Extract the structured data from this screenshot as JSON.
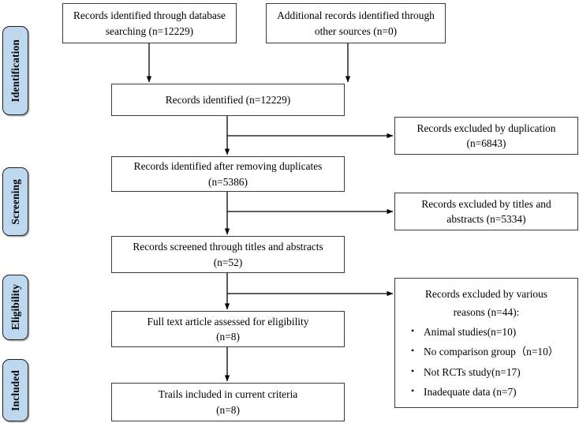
{
  "diagram": {
    "type": "prisma-flow-diagram",
    "stages": [
      {
        "id": "identification",
        "label": "Identification"
      },
      {
        "id": "screening",
        "label": "Screening"
      },
      {
        "id": "eligibility",
        "label": "Eligibility"
      },
      {
        "id": "included",
        "label": "Included"
      }
    ],
    "colors": {
      "stage_fill": "#bdd7ee",
      "stage_border": "#1f1f1f",
      "box_border": "#3a3a3a",
      "connector": "#000000",
      "background": "#ffffff"
    },
    "boxes": {
      "database_search": {
        "line1": "Records identified through database",
        "line2": "searching (n=12229)"
      },
      "other_sources": {
        "line1": "Additional records identified through",
        "line2": "other sources (n=0)"
      },
      "records_identified": {
        "line1": "Records identified  (n=12229)"
      },
      "excluded_duplication": {
        "line1": "Records excluded by duplication",
        "line2": "(n=6843)"
      },
      "after_duplicates": {
        "line1": "Records identified after removing duplicates",
        "line2": "(n=5386)"
      },
      "excluded_titles_abstracts": {
        "line1": "Records excluded by titles and",
        "line2": "abstracts  (n=5334)"
      },
      "screened_titles_abstracts": {
        "line1": "Records screened through titles and abstracts",
        "line2": "(n=52)"
      },
      "full_text_assessed": {
        "line1": "Full text article assessed for eligibility",
        "line2": "(n=8)"
      },
      "trials_included": {
        "line1": "Trails included in current criteria",
        "line2": "(n=8)"
      },
      "excluded_various_reasons": {
        "head_line1": "Records excluded by various",
        "head_line2": "reasons (n=44):",
        "reasons": [
          "Animal studies(n=10)",
          "No comparison group（n=10）",
          "Not RCTs study(n=17)",
          "Inadequate data (n=7)"
        ]
      }
    },
    "counts": {
      "database_search": 12229,
      "other_sources": 0,
      "records_identified": 12229,
      "excluded_duplication": 6843,
      "after_duplicates": 5386,
      "excluded_titles_abstracts": 5334,
      "screened_titles_abstracts": 52,
      "full_text_assessed": 8,
      "trials_included": 8,
      "excluded_various_reasons": 44,
      "reason_animal_studies": 10,
      "reason_no_comparison_group": 10,
      "reason_not_rcts": 17,
      "reason_inadequate_data": 7
    }
  }
}
